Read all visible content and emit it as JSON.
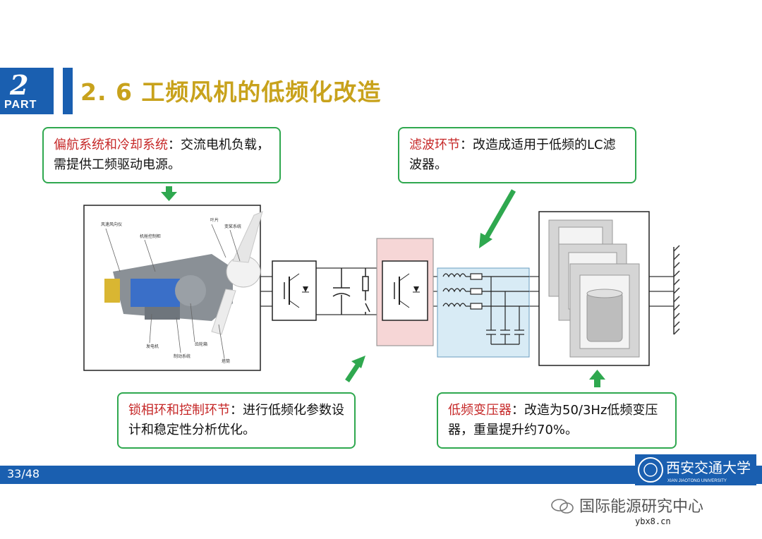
{
  "header": {
    "part_number": "2",
    "part_label": "PART",
    "title": "2. 6 工频风机的低频化改造"
  },
  "callouts": {
    "yaw": {
      "highlight": "偏航系统和冷却系统",
      "rest": "：交流电机负载，需提供工频驱动电源。"
    },
    "filter": {
      "highlight": "滤波环节",
      "rest": "：改造成适用于低频的LC滤波器。"
    },
    "pll": {
      "highlight": "锁相环和控制环节",
      "rest": "：进行低频化参数设计和稳定性分析优化。"
    },
    "transformer": {
      "highlight": "低频变压器",
      "rest": "：改造为50/3Hz低频变压器，重量提升约70%。"
    }
  },
  "nacelle_labels": {
    "l1": "风速风向仪",
    "l2": "机舱控制柜",
    "l3": "叶片",
    "l4": "变桨系统",
    "l5": "发电机",
    "l6": "制动系统",
    "l7": "齿轮箱",
    "l8": "塔筒"
  },
  "footer": {
    "page": "33/48",
    "university_cn": "西安交通大学",
    "university_en": "XIAN JIAOTONG UNIVERSITY",
    "wechat": "国际能源研究中心",
    "watermark": "ybx8.cn"
  },
  "colors": {
    "brand_blue": "#1a5fb0",
    "title_gold": "#c8a21c",
    "callout_border": "#2fa84f",
    "highlight_red": "#c62828",
    "filter_fill": "#d8ebf5",
    "inverter_fill": "#f6d6d6"
  }
}
